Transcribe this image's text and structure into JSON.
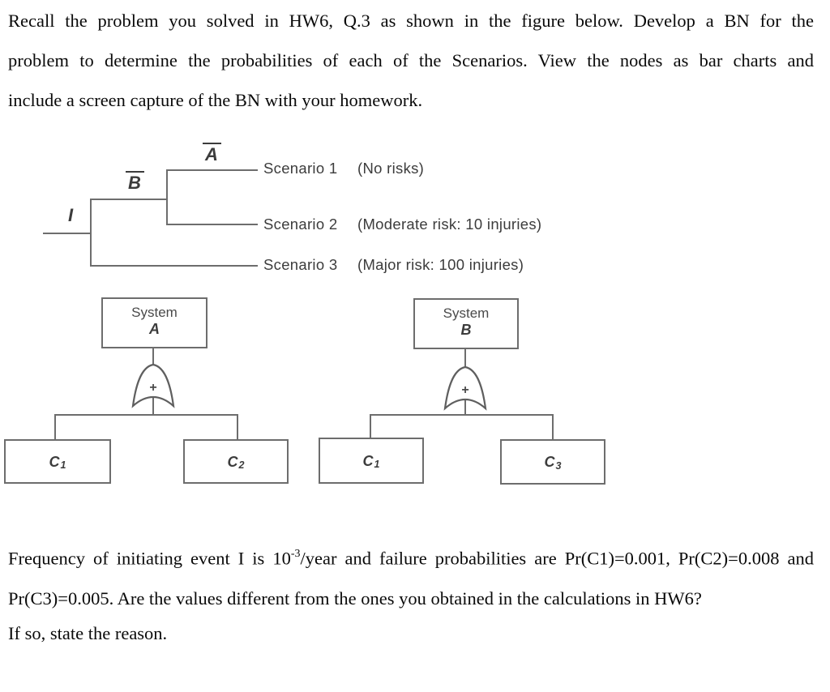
{
  "colors": {
    "line_gray": "#6d6d6d",
    "figure_text": "#3c3c3c",
    "body_text": "#0a0a0a",
    "background": "#ffffff"
  },
  "text": {
    "intro_lines": [
      "Recall the problem you solved in HW6, Q.3 as shown in the figure below. Develop a BN for the",
      "problem to determine the probabilities of each of the Scenarios. View the nodes as bar charts and",
      "include a screen capture of the BN with your homework."
    ],
    "freq": {
      "line1_pre": "Frequency of initiating event I is 10",
      "line1_sup": "-3",
      "line1_post": "/year and failure probabilities are Pr(C1)=0.001, Pr(C2)=0.008 and",
      "line2": "Pr(C3)=0.005. Are the values different from the ones you obtained in the calculations in HW6?",
      "closing": "If so, state the reason."
    }
  },
  "event_tree": {
    "initiating_event": "I",
    "branch_b": "B",
    "branch_a": "A",
    "scenarios": [
      {
        "label": "Scenario 1",
        "desc": "(No risks)"
      },
      {
        "label": "Scenario 2",
        "desc": "(Moderate risk: 10 injuries)"
      },
      {
        "label": "Scenario 3",
        "desc": "(Major risk: 100 injuries)"
      }
    ]
  },
  "fault_trees": {
    "system_a": {
      "title": "System",
      "letter": "A",
      "gate": "+",
      "children": [
        {
          "base": "C",
          "sub": "1"
        },
        {
          "base": "C",
          "sub": "2"
        }
      ]
    },
    "system_b": {
      "title": "System",
      "letter": "B",
      "gate": "+",
      "children": [
        {
          "base": "C",
          "sub": "1"
        },
        {
          "base": "C",
          "sub": "3"
        }
      ]
    }
  }
}
